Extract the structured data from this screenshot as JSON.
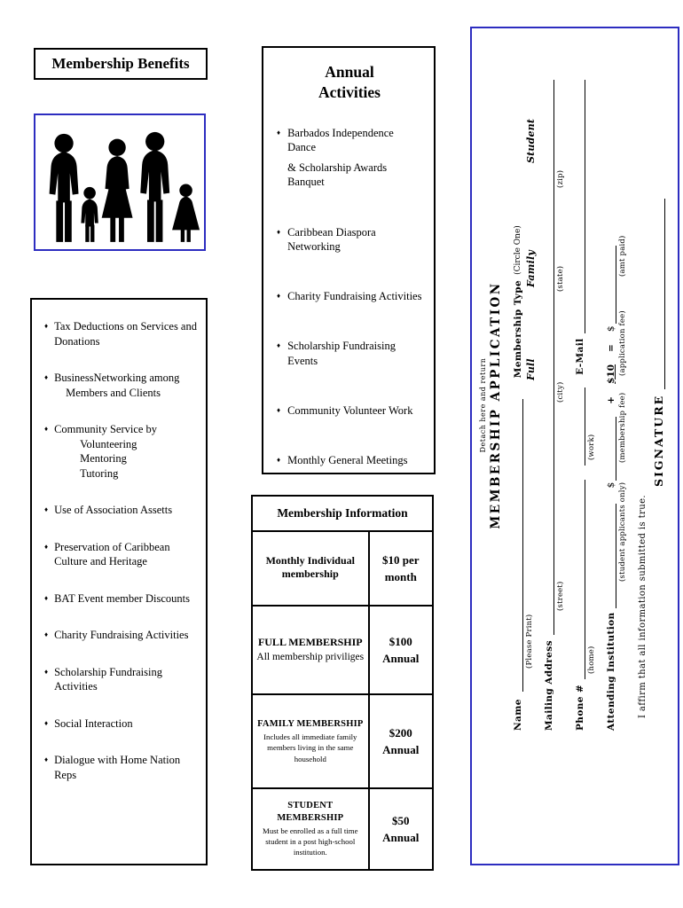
{
  "icons": {
    "bullet": "♦"
  },
  "colors": {
    "blue_border": "#2d2dc0",
    "ink": "#000000"
  },
  "left_panel": {
    "title": "Membership Benefits",
    "benefits": [
      {
        "text": "Tax Deductions on Services and",
        "cont": "Donations"
      },
      {
        "text": "BusinessNetworking among",
        "cont": "Members and Clients"
      },
      {
        "text": "Community Service by",
        "sub1": "Volunteering",
        "sub2": "Mentoring",
        "sub3": "Tutoring"
      },
      {
        "text": "Use of Association Assetts"
      },
      {
        "text": "Preservation of Caribbean",
        "cont": "Culture and Heritage"
      },
      {
        "text": "BAT Event member Discounts"
      },
      {
        "text": "Charity Fundraising Activities"
      },
      {
        "text": "Scholarship Fundraising Activities"
      },
      {
        "text": "Social Interaction"
      },
      {
        "text": "Dialogue with Home Nation Reps"
      }
    ]
  },
  "middle_panel": {
    "title": "Annual Activities",
    "activities": [
      {
        "text": "Barbados Independence Dance",
        "cont": "& Scholarship Awards Banquet"
      },
      {
        "text": "Caribbean Diaspora Networking"
      },
      {
        "text": "Charity Fundraising Activities"
      },
      {
        "text": "Scholarship Fundraising Events"
      },
      {
        "text": "Community Volunteer Work"
      },
      {
        "text": "Monthly General Meetings"
      }
    ],
    "table": {
      "title": "Membership Information",
      "rows": [
        {
          "name": "Monthly Individual membership",
          "desc": "",
          "price1": "$10 per",
          "price2": "month"
        },
        {
          "name": "FULL MEMBERSHIP",
          "desc": "All membership priviliges",
          "price1": "$100",
          "price2": "Annual"
        },
        {
          "name": "FAMILY MEMBERSHIP",
          "desc": "Includes all immediate family members living in the same household",
          "price1": "$200",
          "price2": "Annual"
        },
        {
          "name": "STUDENT MEMBERSHIP",
          "desc": "Must be enrolled as a full time student  in a post high-school institution.",
          "price1": "$50",
          "price2": "Annual"
        }
      ]
    }
  },
  "form": {
    "detach_note": "Detach here and return",
    "title": "MEMBERSHIP APPLICATION",
    "name_label": "Name",
    "please_print": "(Please Print)",
    "membership_type": "Membership Type",
    "circle_one": "(Circle One)",
    "opt_full": "Full",
    "opt_family": "Family",
    "opt_student": "Student",
    "mailing_address": "Mailing Address",
    "street": "(street)",
    "city": "(city)",
    "state": "(state)",
    "zip": "(zip)",
    "phone": "Phone #",
    "home": "(home)",
    "work": "(work)",
    "email": "E-Mail",
    "attending": "Attending Institution",
    "student_only": "(student applicants only)",
    "dollar": "$",
    "membership_fee": "(membership fee)",
    "plus": "+",
    "app_fee": "$10",
    "application_fee": "(application fee)",
    "equals": "=",
    "amt_paid": "(amt paid)",
    "affirm": "I affirm that all information submitted is true.",
    "signature": "SIGNATURE"
  }
}
